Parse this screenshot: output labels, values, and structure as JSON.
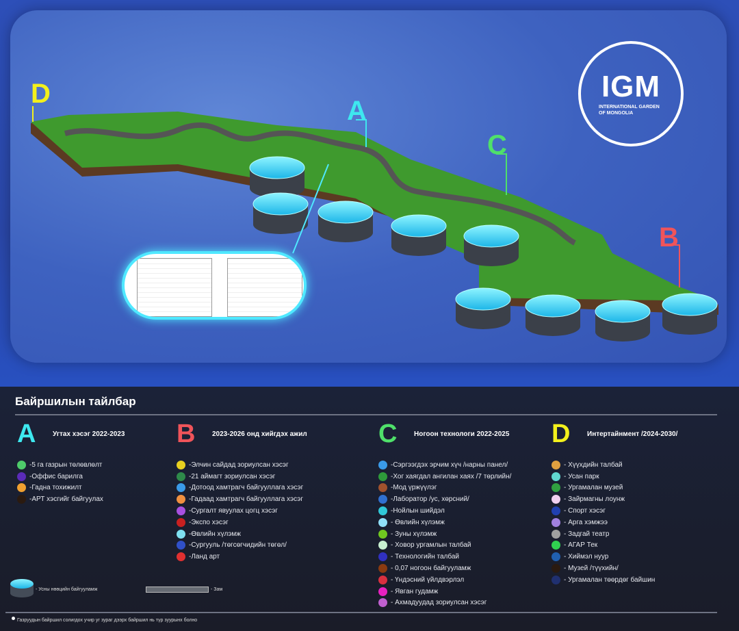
{
  "logo": {
    "name": "IGM",
    "subtitle_line1": "INTERNATIONAL GARDEN",
    "subtitle_line2": "OF MONGOLIA"
  },
  "zones": {
    "A": "A",
    "B": "B",
    "C": "C",
    "D": "D"
  },
  "colors": {
    "A": "#3ee8ef",
    "B": "#f0545a",
    "C": "#4fe06a",
    "D": "#f3f01c",
    "green": "#3f9a2e",
    "water": "#3fd6f7"
  },
  "legend": {
    "title": "Байршилын тайлбар",
    "columns": [
      {
        "letter": "A",
        "title": "Угтах хэсэг 2022-2023",
        "items": [
          {
            "label": "-5 га газрын төлөвлөлт",
            "icon": "plan-icon",
            "color": "#4ecb6a"
          },
          {
            "label": "-Оффис барилга",
            "icon": "office-icon",
            "color": "#5b2bb8"
          },
          {
            "label": "-Гадна тохижилт",
            "icon": "landscape-icon",
            "color": "#f0a030"
          },
          {
            "label": "-АРТ хэсгийг байгуулах",
            "icon": "art-icon",
            "color": "#2a1a10"
          }
        ]
      },
      {
        "letter": "B",
        "title": "2023-2026 онд хийгдэх ажил",
        "items": [
          {
            "label": "-Элчин сайдад зориулсан хэсэг",
            "icon": "embassy-icon",
            "color": "#e8d020"
          },
          {
            "label": "-21 аймагт зориулсан хэсэг",
            "icon": "province-icon",
            "color": "#2e8a4a"
          },
          {
            "label": "-Дотоод хамтрагч байгууллага хэсэг",
            "icon": "domestic-partner-icon",
            "color": "#3a9ae8"
          },
          {
            "label": "-Гадаад хамтрагч байгууллага хэсэг",
            "icon": "foreign-partner-icon",
            "color": "#f09040"
          },
          {
            "label": "-Сургалт явуулах цогц хэсэг",
            "icon": "training-icon",
            "color": "#a850e0"
          },
          {
            "label": "-Экспо хэсэг",
            "icon": "expo-icon",
            "color": "#c82020"
          },
          {
            "label": "-Өвлийн хүлэмж",
            "icon": "winter-greenhouse-icon",
            "color": "#7fe0f0"
          },
          {
            "label": "-Сургууль /төгсөгчидийн төгөл/",
            "icon": "school-icon",
            "color": "#3050c8"
          },
          {
            "label": "-Ланд арт",
            "icon": "land-art-icon",
            "color": "#e03030"
          }
        ]
      },
      {
        "letter": "C",
        "title": "Ногоон технологи 2022-2025",
        "items": [
          {
            "label": "-Сэргээгдэх эрчим хүч /нарны панел/",
            "icon": "solar-panel-icon",
            "color": "#3a9ae8"
          },
          {
            "label": "-Хог хаягдал ангилан хаях /7 төрлийн/",
            "icon": "waste-bin-icon",
            "color": "#2e9a3a"
          },
          {
            "label": "-Мод үржүүлэг",
            "icon": "tree-nursery-icon",
            "color": "#a0522d"
          },
          {
            "label": "-Лаборатор /ус, хөрсний/",
            "icon": "laboratory-icon",
            "color": "#3070d0"
          },
          {
            "label": "-Нойлын шийдэл",
            "icon": "toilet-icon",
            "color": "#30c8d8"
          },
          {
            "label": "- Өвлийн хүлэмж",
            "icon": "winter-greenhouse-icon",
            "color": "#90e0f8"
          },
          {
            "label": "- Зуны хүлэмж",
            "icon": "summer-greenhouse-icon",
            "color": "#70c820"
          },
          {
            "label": "- Ховор ургамлын талбай",
            "icon": "rare-plant-icon",
            "color": "#c8f0d0"
          },
          {
            "label": "- Технологийн талбай",
            "icon": "technology-icon",
            "color": "#3030c0"
          },
          {
            "label": "- 0,07 ногоон байгууламж",
            "icon": "green-space-icon",
            "color": "#8a3a10"
          },
          {
            "label": "- Үндэсний үйлдвэрлэл",
            "icon": "factory-icon",
            "color": "#d83040"
          },
          {
            "label": "- Явган гудамж",
            "icon": "pedestrian-icon",
            "color": "#e820c0"
          },
          {
            "label": "- Ахмадуудад зориулсан хэсэг",
            "icon": "elderly-icon",
            "color": "#c060d0"
          }
        ]
      },
      {
        "letter": "D",
        "title": "Интертайнмент /2024-2030/",
        "items": [
          {
            "label": "- Хүүхдийн талбай",
            "icon": "playground-icon",
            "color": "#e0a040"
          },
          {
            "label": "- Усан парк",
            "icon": "water-park-icon",
            "color": "#60d8d0"
          },
          {
            "label": "- Ургамалан музей",
            "icon": "plant-museum-icon",
            "color": "#30a040"
          },
          {
            "label": "- Зайрмагны лоунж",
            "icon": "ice-cream-icon",
            "color": "#f0d0f0"
          },
          {
            "label": "- Спорт хэсэг",
            "icon": "sport-icon",
            "color": "#2040b0"
          },
          {
            "label": "- Арга хэмжээ",
            "icon": "event-icon",
            "color": "#a080e0"
          },
          {
            "label": "- Задгай театр",
            "icon": "theater-icon",
            "color": "#a0a0a0"
          },
          {
            "label": "- АГАР Тек",
            "icon": "agar-tech-icon",
            "color": "#30d050"
          },
          {
            "label": "- Хиймэл нуур",
            "icon": "lake-icon",
            "color": "#2060b0"
          },
          {
            "label": "- Музей /түүхийн/",
            "icon": "museum-icon",
            "color": "#2a1a10"
          },
          {
            "label": "- Ургамалан төөрдөг байшин",
            "icon": "maze-house-icon",
            "color": "#203070"
          }
        ]
      }
    ]
  },
  "symbols": {
    "water": "- Усны нөөцийн байгууламж",
    "road": "- Зам"
  },
  "footnote": "Газруудын байршил солигдох учир уг зураг дээрх байршил нь түр зуурынх болно"
}
